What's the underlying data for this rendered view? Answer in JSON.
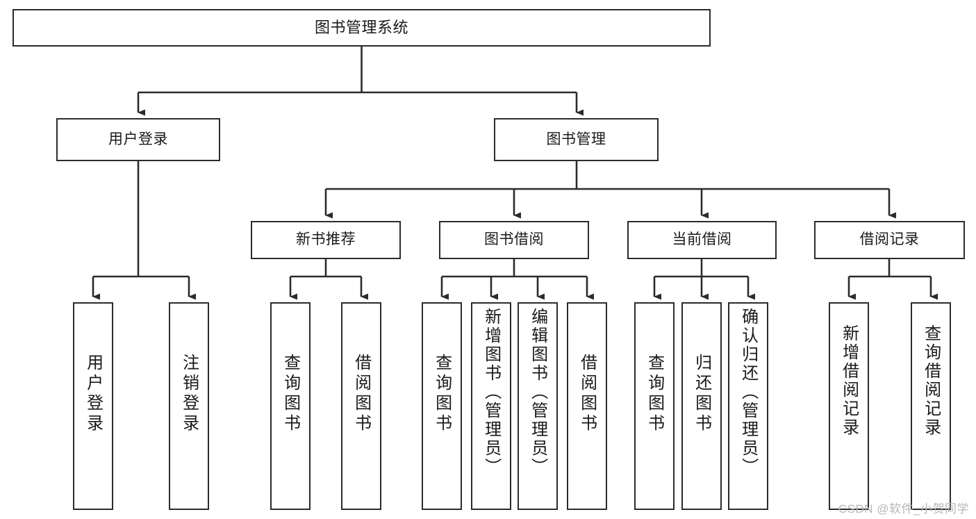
{
  "diagram": {
    "title": "图书管理系统",
    "type": "tree",
    "watermark": "CSDN @软件_小贺同学",
    "colors": {
      "box_border": "#2b2b2b",
      "box_fill": "#ffffff",
      "connector": "#2b2b2b",
      "text": "#1a1a1a",
      "watermark": "#b7b7b7",
      "background": "#ffffff"
    },
    "levels": {
      "root": [
        "图书管理系统"
      ],
      "level2": [
        "用户登录",
        "图书管理"
      ],
      "level3": [
        "新书推荐",
        "图书借阅",
        "当前借阅",
        "借阅记录"
      ],
      "level4": [
        "用户登录",
        "注销登录",
        "查询图书",
        "借阅图书",
        "查询图书",
        "新增图书（管理员）",
        "编辑图书（管理员）",
        "借阅图书",
        "查询图书",
        "归还图书",
        "确认归还（管理员）",
        "新增借阅记录",
        "查询借阅记录"
      ]
    },
    "nodes": {
      "root": {
        "label": "图书管理系统"
      },
      "user_login": {
        "label": "用户登录"
      },
      "book_manage": {
        "label": "图书管理"
      },
      "new_book_rec": {
        "label": "新书推荐"
      },
      "book_borrow": {
        "label": "图书借阅"
      },
      "current_borrow": {
        "label": "当前借阅"
      },
      "borrow_record": {
        "label": "借阅记录"
      },
      "leaf_user_login": {
        "label": "用户登录"
      },
      "leaf_logout": {
        "label": "注销登录"
      },
      "leaf_query_book_a": {
        "label": "查询图书"
      },
      "leaf_borrow_book_a": {
        "label": "借阅图书"
      },
      "leaf_query_book_b": {
        "label": "查询图书"
      },
      "leaf_add_book_admin": {
        "label": "新增图书（管理员）"
      },
      "leaf_edit_book_admin": {
        "label": "编辑图书（管理员）"
      },
      "leaf_borrow_book_b": {
        "label": "借阅图书"
      },
      "leaf_query_book_c": {
        "label": "查询图书"
      },
      "leaf_return_book": {
        "label": "归还图书"
      },
      "leaf_confirm_return_admin": {
        "label": "确认归还（管理员）"
      },
      "leaf_add_record": {
        "label": "新增借阅记录"
      },
      "leaf_query_record": {
        "label": "查询借阅记录"
      }
    }
  }
}
